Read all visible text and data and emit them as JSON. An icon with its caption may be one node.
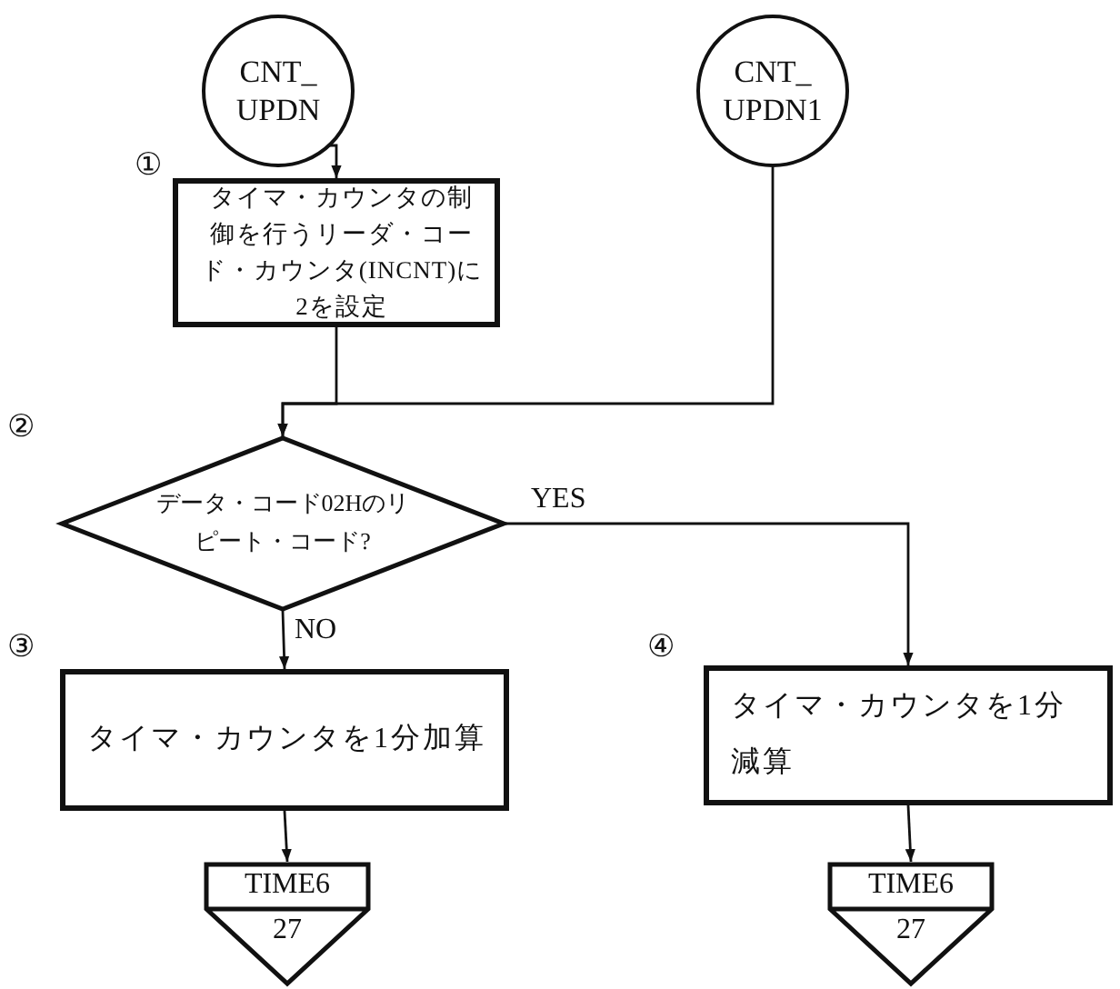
{
  "diagram": {
    "nodes": [
      {
        "text": [
          "CNT_ UPDN"
        ]
      },
      {
        "text": [
          "CNT_ UPDN1"
        ]
      },
      {
        "text": [
          "タイマ・カウンタの制御を行うリーダ・コード・カウンタ(INCNT)に2を設定"
        ],
        "beside": [
          "①"
        ]
      },
      {
        "text": [
          "データ・コード02Hのリピート・コード?"
        ],
        "beside": [
          "②"
        ]
      },
      {
        "text": [
          "タイマ・カウンタを1分加算"
        ],
        "beside": [
          "③"
        ]
      },
      {
        "text": [
          "タイマ・カウンタを1分減算"
        ],
        "beside": [
          "④"
        ]
      },
      {
        "text": [
          "TIME6",
          "27"
        ]
      },
      {
        "text": [
          "TIME6",
          "27"
        ]
      }
    ],
    "edges": [
      {
        "from": 0,
        "to": 2,
        "arrow": "to"
      },
      {
        "from": 1,
        "to": 3,
        "arrow": "to"
      },
      {
        "from": 2,
        "to": 3,
        "arrow": "to"
      },
      {
        "from": 3,
        "to": 4,
        "arrow": "to",
        "label": "NO"
      },
      {
        "from": 3,
        "to": 5,
        "arrow": "to",
        "label": "YES"
      },
      {
        "from": 4,
        "to": 6,
        "arrow": "to"
      },
      {
        "from": 5,
        "to": 7,
        "arrow": "to"
      }
    ]
  }
}
